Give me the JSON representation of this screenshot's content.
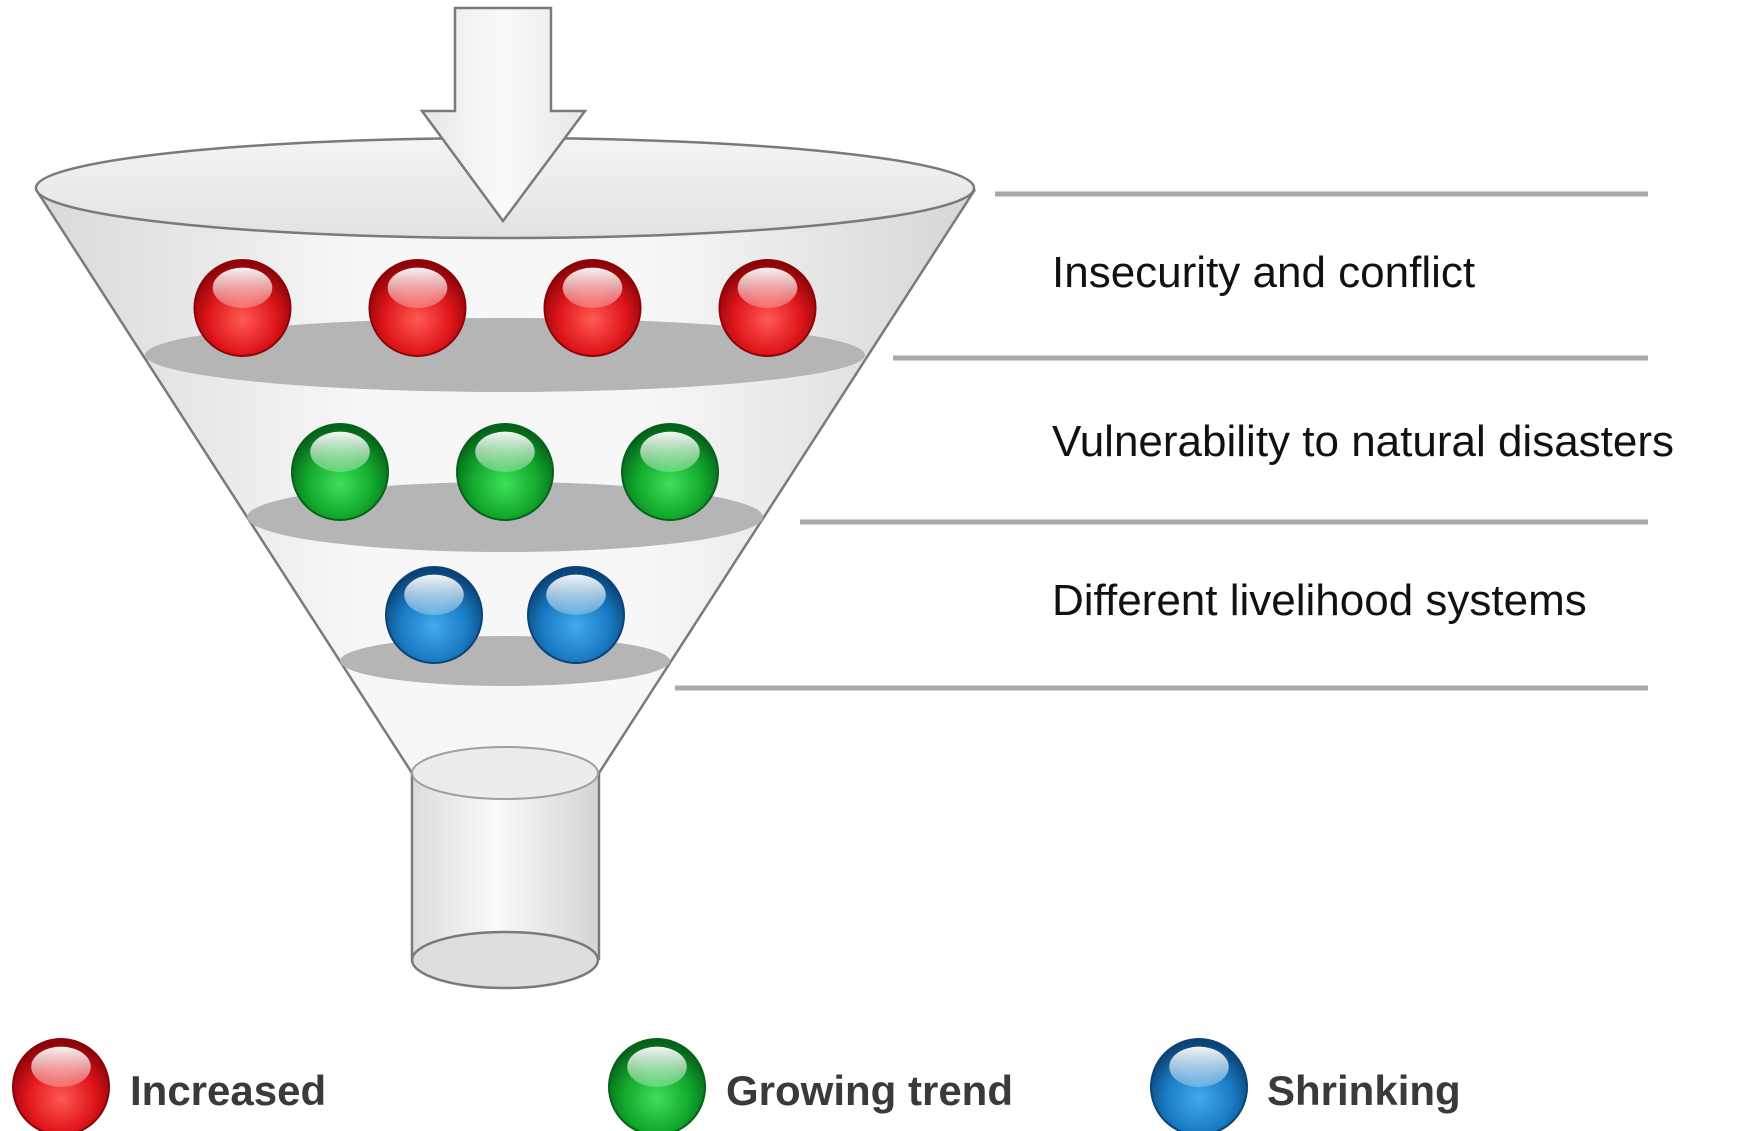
{
  "layers": [
    {
      "label": "Insecurity and conflict",
      "ball_count": 4,
      "ball_type": "red"
    },
    {
      "label": "Vulnerability to natural disasters",
      "ball_count": 3,
      "ball_type": "green"
    },
    {
      "label": "Different livelihood systems",
      "ball_count": 2,
      "ball_type": "blue"
    }
  ],
  "legend": [
    {
      "label": "Increased",
      "type": "red"
    },
    {
      "label": "Growing trend",
      "type": "green"
    },
    {
      "label": "Shrinking",
      "type": "blue"
    }
  ],
  "colors": {
    "red": "#e0161b",
    "green": "#12a82c",
    "blue": "#1a7cc4",
    "funnel_stroke": "#7a7a7a",
    "separator": "#a8a8a8",
    "shelf": "#b5b5b5"
  }
}
